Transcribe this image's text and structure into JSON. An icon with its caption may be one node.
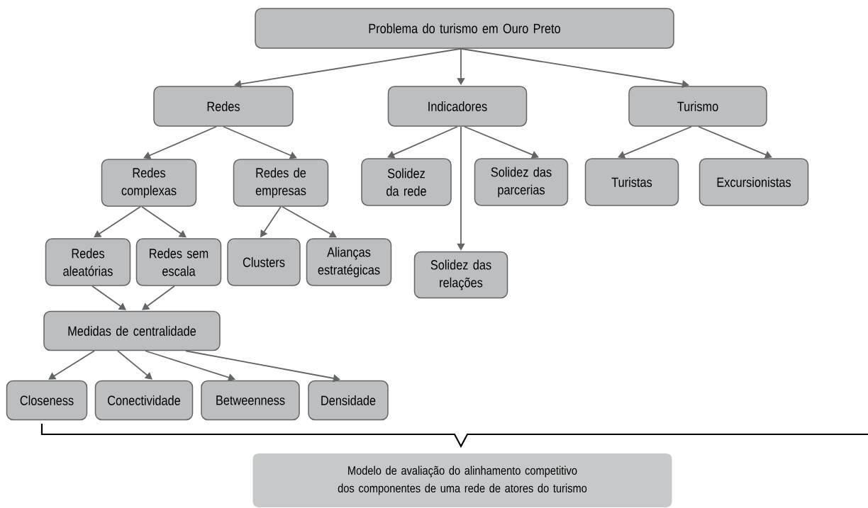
{
  "diagram": {
    "nodes": [
      {
        "text": [
          "Problema do turismo em Ouro Preto"
        ]
      },
      {
        "text": [
          "Redes"
        ]
      },
      {
        "text": [
          "Indicadores"
        ]
      },
      {
        "text": [
          "Turismo"
        ]
      },
      {
        "text": [
          "Redes complexas"
        ]
      },
      {
        "text": [
          "Redes de empresas"
        ]
      },
      {
        "text": [
          "Solidez da rede"
        ]
      },
      {
        "text": [
          "Solidez das parcerias"
        ]
      },
      {
        "text": [
          "Turistas"
        ]
      },
      {
        "text": [
          "Excursionistas"
        ]
      },
      {
        "text": [
          "Redes aleatórias"
        ]
      },
      {
        "text": [
          "Redes sem escala"
        ]
      },
      {
        "text": [
          "Clusters"
        ]
      },
      {
        "text": [
          "Alianças estratégicas"
        ]
      },
      {
        "text": [
          "Solidez das relações"
        ]
      },
      {
        "text": [
          "Medidas de centralidade"
        ]
      },
      {
        "text": [
          "Closeness"
        ]
      },
      {
        "text": [
          "Conectividade"
        ]
      },
      {
        "text": [
          "Betweenness"
        ]
      },
      {
        "text": [
          "Densidade"
        ]
      },
      {
        "text": [
          "Modelo de avaliação do alinhamento competitivo dos componentes de uma rede de atores do turismo"
        ]
      }
    ],
    "edges": [
      {
        "from": 0,
        "to": 1,
        "arrow": "to"
      },
      {
        "from": 0,
        "to": 2,
        "arrow": "to"
      },
      {
        "from": 0,
        "to": 3,
        "arrow": "to"
      },
      {
        "from": 1,
        "to": 4,
        "arrow": "to"
      },
      {
        "from": 1,
        "to": 5,
        "arrow": "to"
      },
      {
        "from": 2,
        "to": 6,
        "arrow": "to"
      },
      {
        "from": 2,
        "to": 7,
        "arrow": "to"
      },
      {
        "from": 2,
        "to": 14,
        "arrow": "to"
      },
      {
        "from": 3,
        "to": 8,
        "arrow": "to"
      },
      {
        "from": 3,
        "to": 9,
        "arrow": "to"
      },
      {
        "from": 4,
        "to": 10,
        "arrow": "to"
      },
      {
        "from": 4,
        "to": 11,
        "arrow": "to"
      },
      {
        "from": 5,
        "to": 12,
        "arrow": "to"
      },
      {
        "from": 5,
        "to": 13,
        "arrow": "to"
      },
      {
        "from": 10,
        "to": 15,
        "arrow": "to"
      },
      {
        "from": 11,
        "to": 15,
        "arrow": "to"
      },
      {
        "from": 15,
        "to": 16,
        "arrow": "to"
      },
      {
        "from": 15,
        "to": 17,
        "arrow": "to"
      },
      {
        "from": 15,
        "to": 18,
        "arrow": "to"
      },
      {
        "from": 15,
        "to": 19,
        "arrow": "to"
      }
    ]
  }
}
